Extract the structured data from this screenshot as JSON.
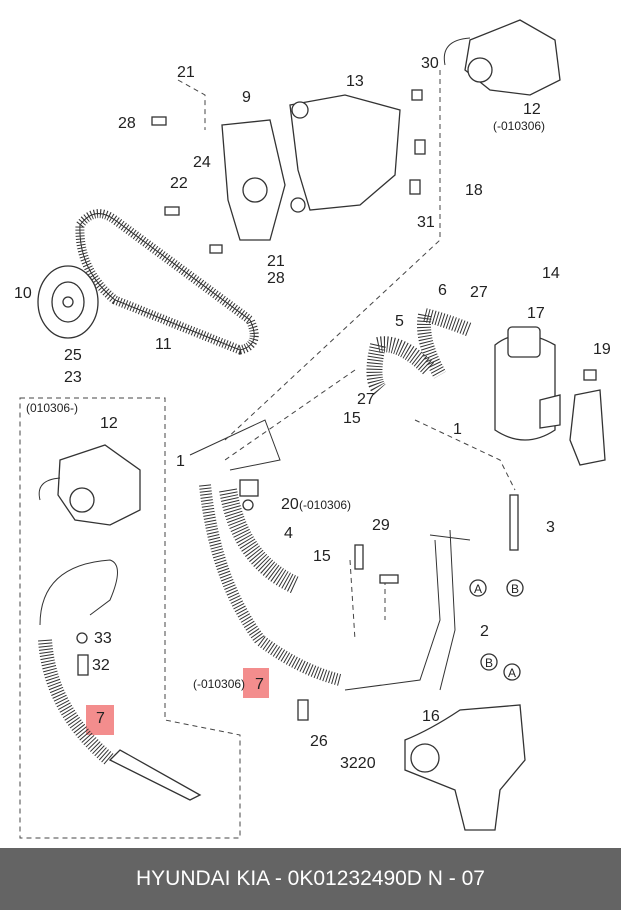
{
  "diagram": {
    "labels": [
      "21",
      "28",
      "9",
      "13",
      "30",
      "12",
      "(-010306)",
      "24",
      "22",
      "18",
      "31",
      "21",
      "28",
      "10",
      "11",
      "25",
      "23",
      "14",
      "6",
      "27",
      "17",
      "5",
      "19",
      "27",
      "15",
      "1",
      "(010306-)",
      "12",
      "1",
      "20",
      "(-010306)",
      "4",
      "29",
      "3",
      "15",
      "A",
      "B",
      "2",
      "33",
      "32",
      "B",
      "A",
      "(-010306)",
      "7",
      "16",
      "7",
      "26",
      "3220"
    ],
    "highlight_color": "#f07070"
  },
  "footer": {
    "text": "HYUNDAI  KIA - 0K01232490D     N - 07"
  }
}
